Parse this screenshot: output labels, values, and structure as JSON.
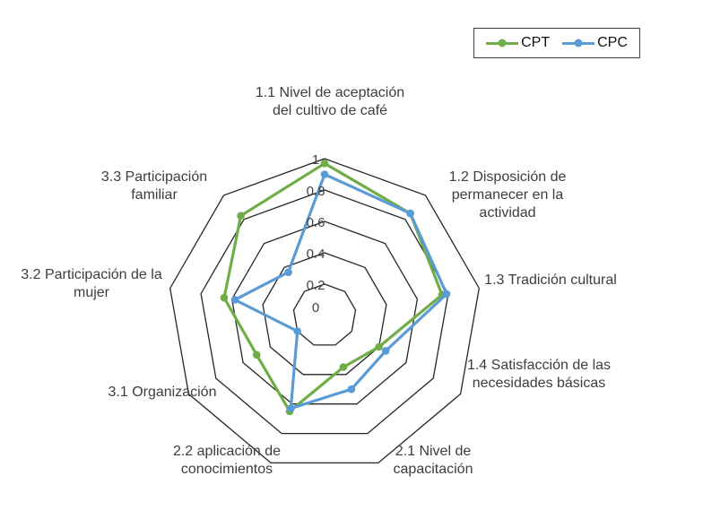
{
  "chart_data": {
    "type": "radar",
    "categories": [
      "1.1 Nivel de aceptación del cultivo de café",
      "1.2 Disposición de permanecer en la actividad",
      "1.3 Tradición cultural",
      "1.4 Satisfacción de las necesidades básicas",
      "2.1 Nivel de capacitación",
      "2.2 aplicación de conocimientos",
      "3.1 Organización",
      "3.2 Participación de la mujer",
      "3.3 Participación familiar"
    ],
    "series": [
      {
        "name": "CPT",
        "color": "#70AD47",
        "values": [
          0.97,
          0.85,
          0.76,
          0.4,
          0.35,
          0.65,
          0.5,
          0.65,
          0.83
        ]
      },
      {
        "name": "CPC",
        "color": "#5B9BD5",
        "values": [
          0.9,
          0.85,
          0.79,
          0.45,
          0.5,
          0.63,
          0.2,
          0.58,
          0.36
        ]
      }
    ],
    "rlim": [
      0,
      1
    ],
    "rticks": [
      0,
      0.2,
      0.4,
      0.6,
      0.8,
      1
    ],
    "tick_labels": [
      "0",
      "0.2",
      "0.4",
      "0.6",
      "0.8",
      "1"
    ],
    "grid": true,
    "grid_color": "#262626",
    "legend_position": "top-right",
    "title": ""
  }
}
